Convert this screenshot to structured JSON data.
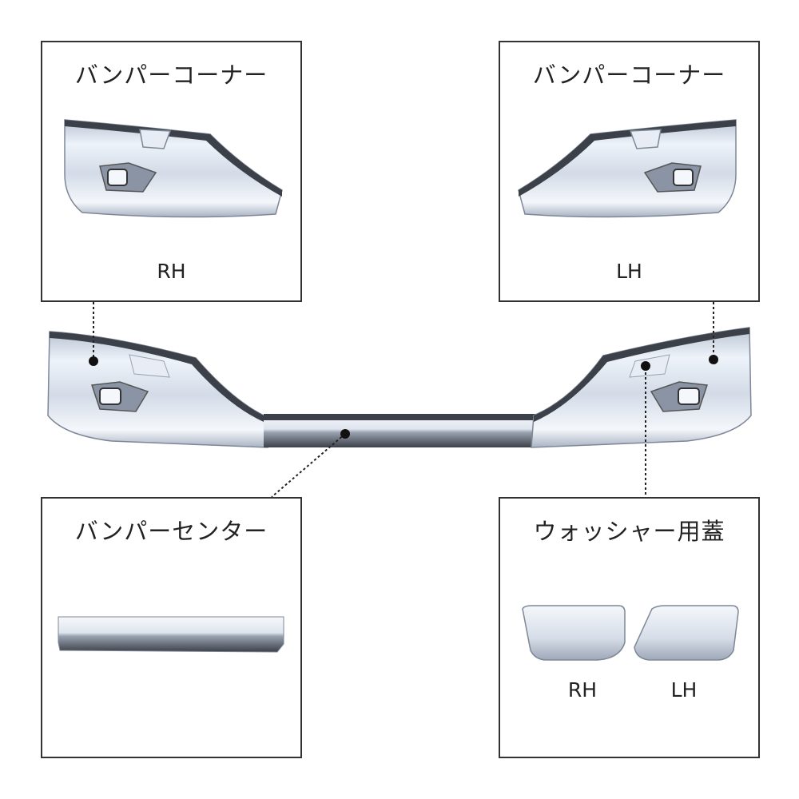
{
  "callouts": {
    "corner_rh": {
      "title": "バンパーコーナー",
      "side": "RH"
    },
    "corner_lh": {
      "title": "バンパーコーナー",
      "side": "LH"
    },
    "center": {
      "title": "バンパーセンター"
    },
    "washer": {
      "title": "ウォッシャー用蓋",
      "side_left": "RH",
      "side_right": "LH"
    }
  },
  "colors": {
    "chrome_light": "#eef3fa",
    "chrome_mid": "#c9d3e2",
    "chrome_dark": "#7d8797",
    "rubber": "#3c4048",
    "frame": "#333333",
    "leader": "#222222"
  }
}
